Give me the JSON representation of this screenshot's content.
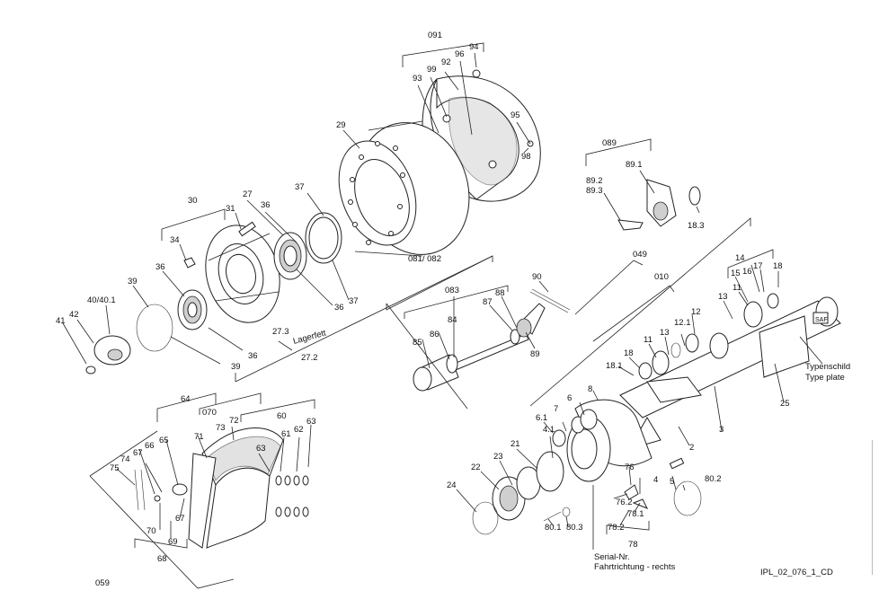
{
  "labels": {
    "l091": "091",
    "l094": "94",
    "l096": "96",
    "l092": "92",
    "l099": "99",
    "l093": "93",
    "l095": "95",
    "l098": "98",
    "l029": "29",
    "l089": "089",
    "l891": "89.1",
    "l892": "89.2",
    "l893": "89.3",
    "l183": "18.3",
    "l030": "30",
    "l031": "31",
    "l027": "27",
    "l036a": "36",
    "l037a": "37",
    "l034": "34",
    "l036b": "36",
    "l039a": "39",
    "l401": "40/40.1",
    "l042": "42",
    "l041": "41",
    "l036c": "36",
    "l037b": "37",
    "l036d": "36",
    "l039b": "39",
    "l273": "27.3",
    "l_lagerfett": "Lagerfett",
    "l272": "27.2",
    "l081": "081/ 082",
    "l083": "083",
    "l090": "90",
    "l088": "88",
    "l087": "87",
    "l084": "84",
    "l086": "86",
    "l085": "85",
    "l089b": "89",
    "l049": "049",
    "l010": "010",
    "l014": "14",
    "l017": "17",
    "l015": "15",
    "l016": "16",
    "l018a": "18",
    "l013a": "13",
    "l011a": "11",
    "l121": "12.1",
    "l012": "12",
    "l013b": "13",
    "l011b": "11",
    "l018b": "18",
    "l181": "18.1",
    "l_typenschild": "Typenschild",
    "l_typeplate": "Type plate",
    "l025": "25",
    "l003": "3",
    "l002": "2",
    "l064": "64",
    "l070": "070",
    "l072": "72",
    "l060": "60",
    "l073": "73",
    "l063a": "63",
    "l071": "71",
    "l065": "65",
    "l067a": "67",
    "l066": "66",
    "l074": "74",
    "l075": "75",
    "l063b": "63",
    "l061": "61",
    "l062": "62",
    "l067b": "67",
    "l070b": "70",
    "l069": "69",
    "l068": "68",
    "l059": "059",
    "l008": "8",
    "l006": "6",
    "l061b": "6.1",
    "l007": "7",
    "l041b": "4.1",
    "l021": "21",
    "l023": "23",
    "l022": "22",
    "l024": "24",
    "l076": "76",
    "l004": "4",
    "l005": "5",
    "l802": "80.2",
    "l762": "76.2",
    "l781": "78.1",
    "l782": "78.2",
    "l078": "78",
    "l801": "80.1",
    "l803": "80.3",
    "l_serial": "Serial-Nr.",
    "l_direction": "Fahrtrichtung - rechts",
    "l_plate_saf": "SAF",
    "l_ref": "IPL_02_076_1_CD"
  }
}
